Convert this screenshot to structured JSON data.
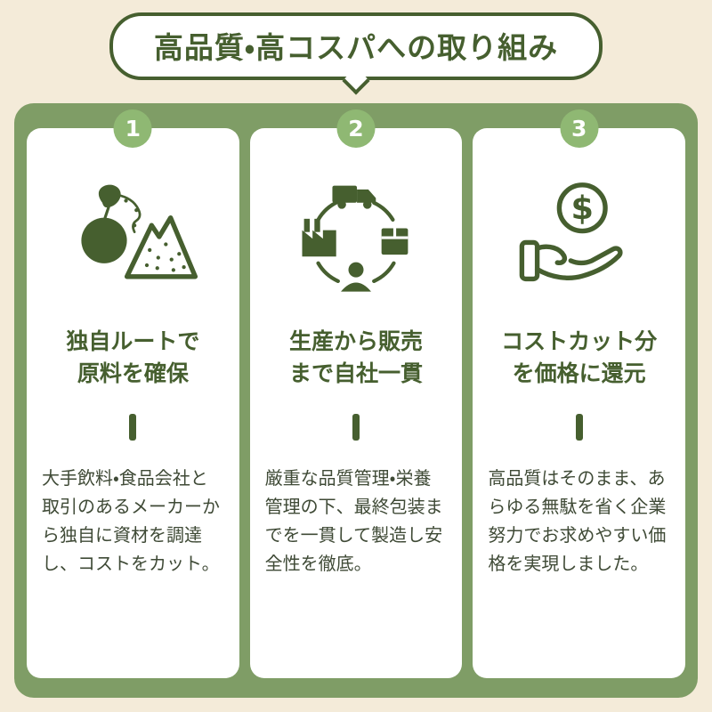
{
  "colors": {
    "background": "#f4ebd9",
    "dark_green": "#465f2f",
    "panel_green": "#7f9d66",
    "badge_green": "#8fb873",
    "body_text": "#3f4a36",
    "card_white": "#ffffff"
  },
  "header": {
    "title": "高品質・高コスパへの取り組み"
  },
  "cards": [
    {
      "number": "1",
      "icon": "fruit-mountain-icon",
      "heading_line1": "独自ルートで",
      "heading_line2": "原料を確保",
      "body": "大手飲料・食品会社と取引のあるメーカーから独自に資材を調達し、コストをカット。"
    },
    {
      "number": "2",
      "icon": "supply-chain-cycle-icon",
      "heading_line1": "生産から販売",
      "heading_line2": "まで自社一貫",
      "body": "厳重な品質管理・栄養管理の下、最終包装までを一貫して製造し安全性を徹底。"
    },
    {
      "number": "3",
      "icon": "hand-coin-icon",
      "heading_line1": "コストカット分",
      "heading_line2": "を価格に還元",
      "body": "高品質はそのまま、あらゆる無駄を省く企業努力でお求めやすい価格を実現しました。"
    }
  ]
}
